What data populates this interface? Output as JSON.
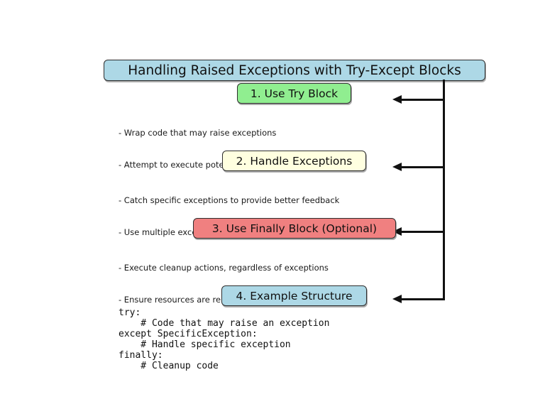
{
  "title": "Handling Raised Exceptions with Try-Except Blocks",
  "colors": {
    "title_bg": "#ADD8E6",
    "step1_bg": "#90EE90",
    "step2_bg": "#FFFFE0",
    "step3_bg": "#F08080",
    "step4_bg": "#ADD8E6",
    "border": "#2e2e2e",
    "arrow": "#111111",
    "text": "#1a1a1a",
    "background": "#ffffff"
  },
  "steps": [
    {
      "label": "1. Use Try Block",
      "bullets": [
        "- Wrap code that may raise exceptions",
        "- Attempt to execute potentially faulty operations"
      ]
    },
    {
      "label": "2. Handle Exceptions",
      "bullets": [
        "- Catch specific exceptions to provide better feedback",
        "- Use multiple except blocks for different exceptions"
      ]
    },
    {
      "label": "3. Use Finally Block (Optional)",
      "bullets": [
        "- Execute cleanup actions, regardless of exceptions",
        "- Ensure resources are released properly"
      ]
    },
    {
      "label": "4. Example Structure",
      "bullets": []
    }
  ],
  "code_example": {
    "code": "try:\n    # Code that may raise an exception\nexcept SpecificException:\n    # Handle specific exception\nfinally:\n    # Cleanup code"
  }
}
